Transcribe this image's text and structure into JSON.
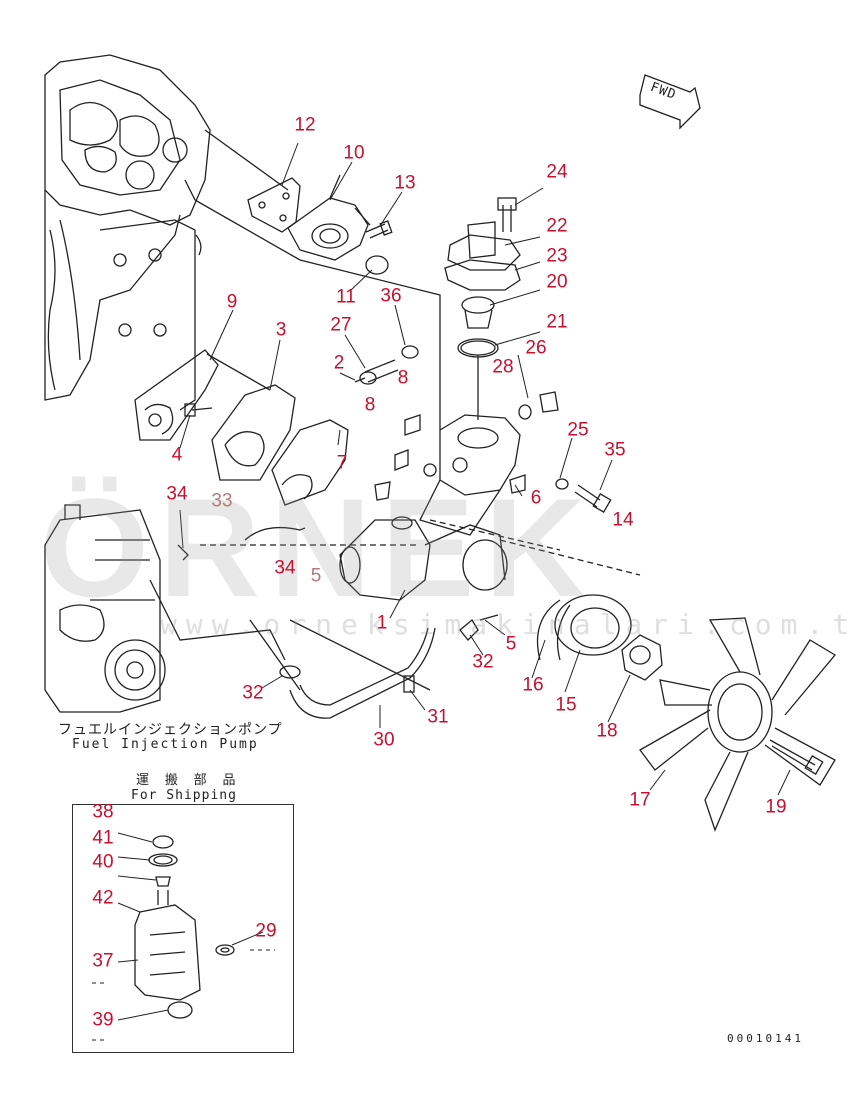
{
  "watermark": {
    "word": "ÖRNEK",
    "url": "www.orneksimakinalari.com.tr"
  },
  "fwd_label": "FWD",
  "captions": {
    "fuel_pump_jp": "フュエルインジェクションポンプ",
    "fuel_pump_en": "Fuel Injection Pump",
    "shipping_jp": "運 搬 部 品",
    "shipping_en": "For Shipping"
  },
  "drawing_number": "00010141",
  "callouts": {
    "c12": "12",
    "c10": "10",
    "c13": "13",
    "c24": "24",
    "c22": "22",
    "c23": "23",
    "c20": "20",
    "c11": "11",
    "c36": "36",
    "c21": "21",
    "c9": "9",
    "c3": "3",
    "c27": "27",
    "c26": "26",
    "c28": "28",
    "c2": "2",
    "c8a": "8",
    "c8b": "8",
    "c25": "25",
    "c35": "35",
    "c4": "4",
    "c7": "7",
    "c34a": "34",
    "c33": "33",
    "c6": "6",
    "c14": "14",
    "c34b": "34",
    "c5a": "5",
    "c1": "1",
    "c32a": "32",
    "c5b": "5",
    "c16": "16",
    "c15": "15",
    "c18": "18",
    "c32b": "32",
    "c31": "31",
    "c30": "30",
    "c17": "17",
    "c19": "19",
    "c38": "38",
    "c41": "41",
    "c40": "40",
    "c42": "42",
    "c29": "29",
    "c37": "37",
    "c39": "39"
  },
  "colors": {
    "callout": "#c8102e",
    "line": "#222222"
  }
}
